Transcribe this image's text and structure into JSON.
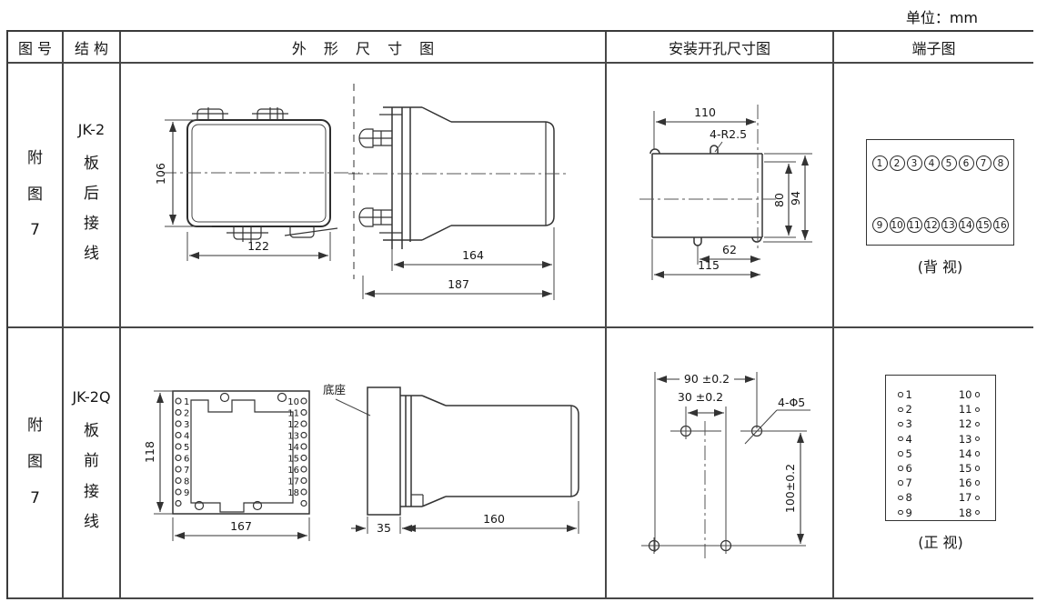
{
  "unit_label": "单位：mm",
  "headers": {
    "fig_no": "图 号",
    "structure": "结 构",
    "outline": "外 形 尺 寸 图",
    "install": "安装开孔尺寸图",
    "terminal": "端子图"
  },
  "row1": {
    "fig_no": "附图7",
    "model": "JK-2",
    "wiring": "板后接线",
    "outline": {
      "dim_height": "106",
      "dim_width": "122",
      "dim_body": "164",
      "dim_total": "187"
    },
    "install": {
      "dim_top_width": "110",
      "hole_label": "4-R2.5",
      "dim_inner_height": "80",
      "dim_outer_height": "94",
      "dim_bottom_inner": "62",
      "dim_bottom_outer": "115"
    },
    "terminal": {
      "top_row": [
        "1",
        "2",
        "3",
        "4",
        "5",
        "6",
        "7",
        "8"
      ],
      "bottom_row": [
        "9",
        "10",
        "11",
        "12",
        "13",
        "14",
        "15",
        "16"
      ],
      "caption": "(背 视)"
    }
  },
  "row2": {
    "fig_no": "附图7",
    "model": "JK-2Q",
    "wiring": "板前接线",
    "outline": {
      "dim_height": "118",
      "dim_width": "167",
      "base_label": "底座",
      "dim_base_depth": "35",
      "dim_body_length": "160",
      "left_terminals": [
        "1",
        "2",
        "3",
        "4",
        "5",
        "6",
        "7",
        "8",
        "9"
      ],
      "right_terminals": [
        "10",
        "11",
        "12",
        "13",
        "14",
        "15",
        "16",
        "17",
        "18"
      ]
    },
    "install": {
      "dim_top_width": "90 ±0.2",
      "dim_inner_width": "30 ±0.2",
      "hole_label": "4-Φ5",
      "dim_height": "100±0.2"
    },
    "terminal": {
      "left_col": [
        "1",
        "2",
        "3",
        "4",
        "5",
        "6",
        "7",
        "8",
        "9"
      ],
      "right_col": [
        "10",
        "11",
        "12",
        "13",
        "14",
        "15",
        "16",
        "17",
        "18"
      ],
      "caption": "(正 视)"
    }
  }
}
